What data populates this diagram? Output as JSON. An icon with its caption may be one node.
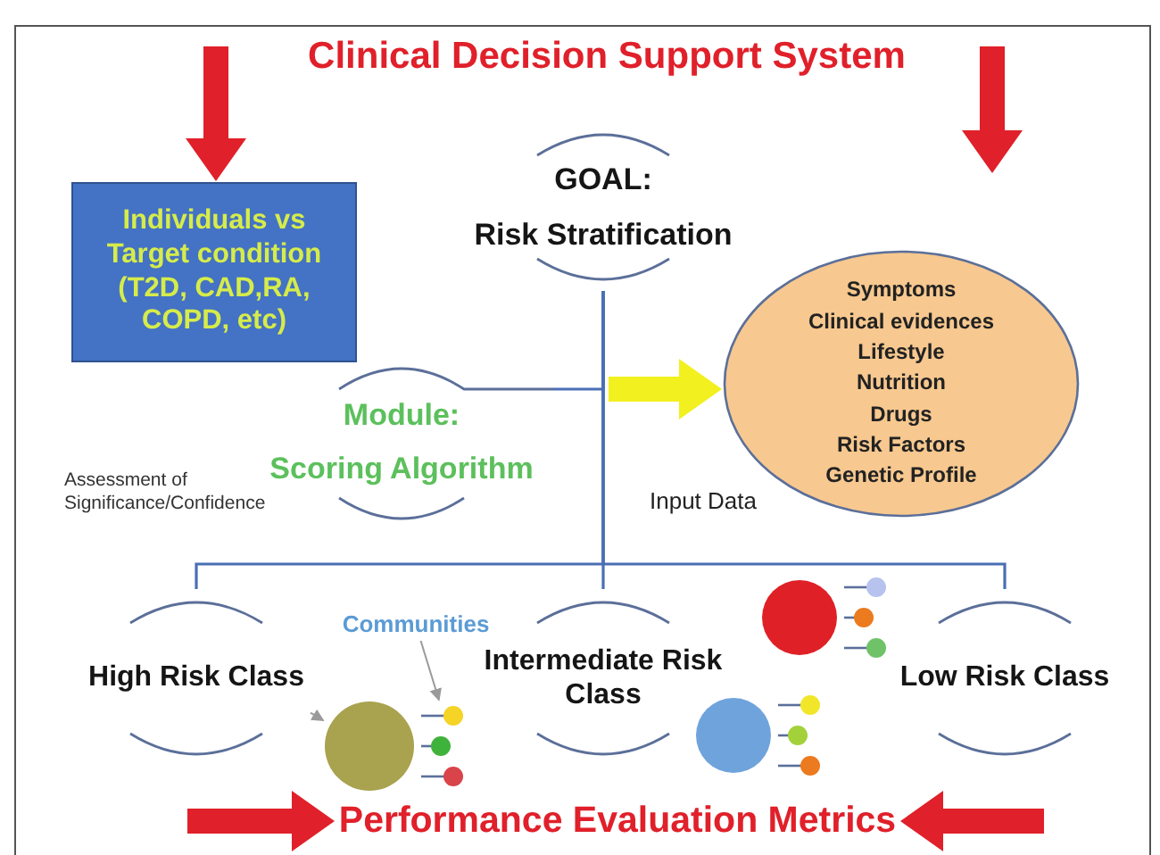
{
  "diagram": {
    "title": "Clinical Decision Support System",
    "nodes": [
      {
        "text": [
          "Individuals vs Target condition (T2D, CAD,RA, COPD, etc)"
        ]
      },
      {
        "text": [
          "GOAL:",
          "Risk Stratification"
        ]
      },
      {
        "text": [
          "Module:",
          "Scoring Algorithm"
        ]
      },
      {
        "text": [
          "Symptoms",
          "Clinical evidences",
          "Lifestyle",
          "Nutrition",
          "Drugs",
          "Risk Factors",
          "Genetic Profile"
        ]
      },
      {
        "text": [
          "High Risk Class"
        ]
      },
      {
        "text": [
          "Intermediate Risk Class"
        ]
      },
      {
        "text": [
          "Low Risk Class"
        ]
      },
      {
        "text": [
          "Performance Evaluation Metrics"
        ]
      },
      {
        "text": [],
        "shape": "circle"
      },
      {
        "text": [
          "Communities"
        ]
      }
    ],
    "edges": [
      {
        "from": null,
        "to": 0,
        "arrow": "to",
        "style": "thick",
        "color": "#e0202a"
      },
      {
        "from": 1,
        "to": 2,
        "arrow": "none"
      },
      {
        "from": null,
        "to": 3,
        "arrow": "to",
        "style": "thick",
        "color": "#f2f01e"
      },
      {
        "from": 1,
        "to": 4,
        "arrow": "none"
      },
      {
        "from": 1,
        "to": 5,
        "arrow": "none"
      },
      {
        "from": 1,
        "to": 6,
        "arrow": "none"
      },
      {
        "from": 9,
        "to": 8,
        "arrow": "to",
        "color": "#9a9a9a"
      },
      {
        "from": 4,
        "to": 8,
        "arrow": "to",
        "color": "#9a9a9a"
      },
      {
        "from": null,
        "to": 7,
        "arrow": "to",
        "style": "thick",
        "color": "#e0202a"
      },
      {
        "from": null,
        "to": 7,
        "arrow": "to",
        "style": "thick",
        "color": "#e0202a"
      }
    ],
    "labels": [
      "Assessment of Significance/Confidence",
      "Input Data"
    ]
  }
}
